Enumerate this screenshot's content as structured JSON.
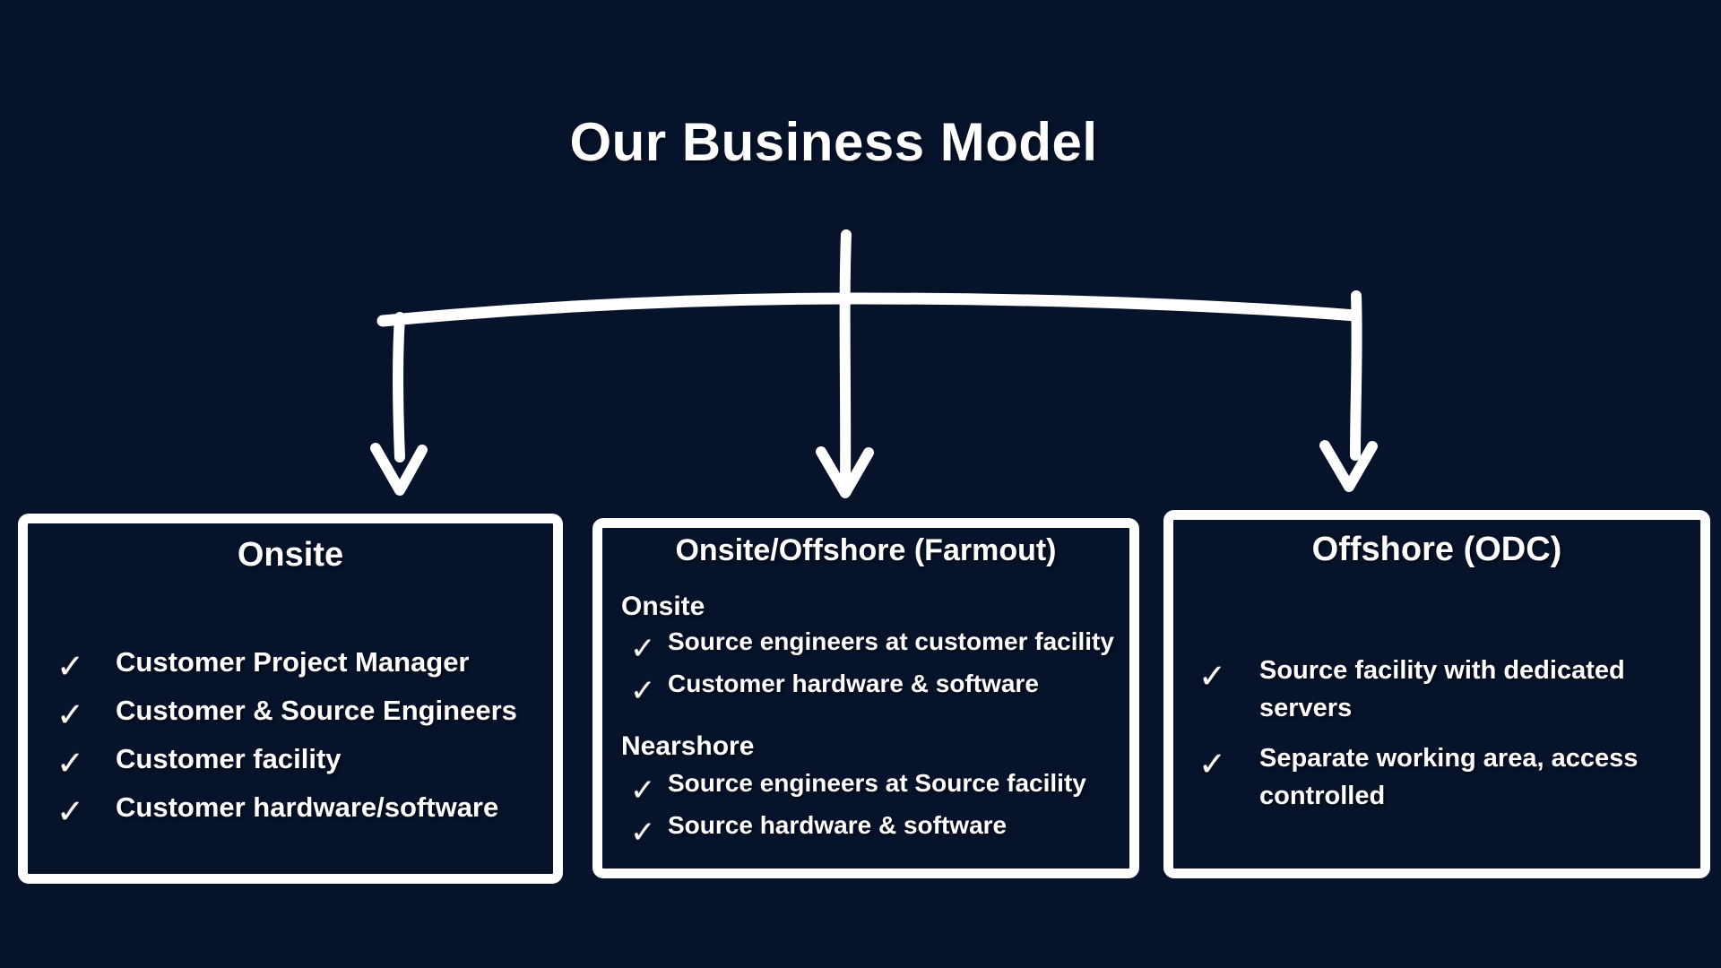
{
  "colors": {
    "background": "#06132b",
    "border": "#ffffff",
    "text": "#ffffff",
    "arrow": "#ffffff"
  },
  "title": "Our Business Model",
  "icons": {
    "check": "✓"
  },
  "boxes": {
    "onsite": {
      "header": "Onsite",
      "items": [
        "Customer Project Manager",
        "Customer & Source Engineers",
        "Customer facility",
        "Customer hardware/software"
      ]
    },
    "farmout": {
      "header": "Onsite/Offshore (Farmout)",
      "sections": [
        {
          "label": "Onsite",
          "items": [
            "Source engineers at customer facility",
            "Customer hardware & software"
          ]
        },
        {
          "label": "Nearshore",
          "items": [
            "Source engineers at Source facility",
            "Source hardware & software"
          ]
        }
      ]
    },
    "offshore": {
      "header": "Offshore (ODC)",
      "items": [
        "Source facility with dedicated servers",
        "Separate working area, access controlled"
      ]
    }
  }
}
